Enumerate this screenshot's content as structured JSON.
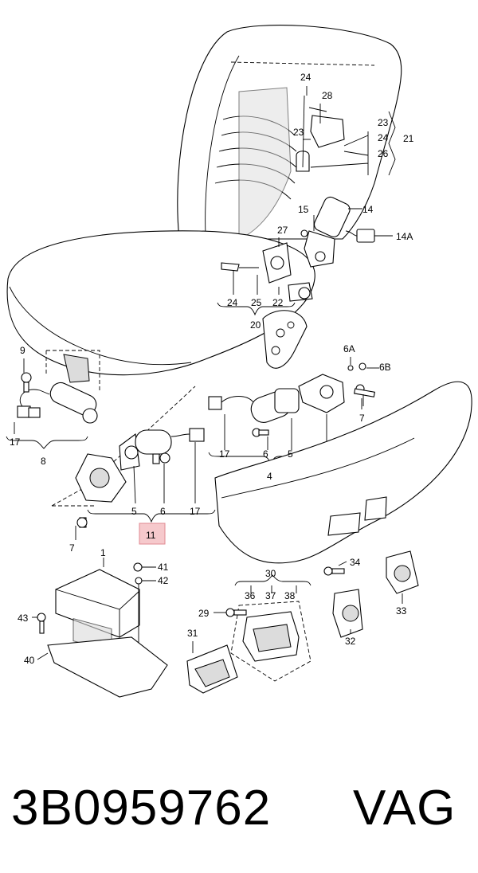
{
  "diagram": {
    "callouts": {
      "c24_top": "24",
      "c28": "28",
      "c23_a": "23",
      "c23_b": "23",
      "c24_b": "24",
      "c26": "26",
      "c21": "21",
      "c15": "15",
      "c14": "14",
      "c14A": "14A",
      "c27": "27",
      "c24_c": "24",
      "c25": "25",
      "c22": "22",
      "c20": "20",
      "c9": "9",
      "c17_a": "17",
      "c8": "8",
      "c6A": "6A",
      "c6B": "6B",
      "c7_a": "7",
      "c17_b": "17",
      "c6_a": "6",
      "c5_a": "5",
      "c4": "4",
      "c5_b": "5",
      "c6_b": "6",
      "c17_c": "17",
      "c11": "11",
      "c7_b": "7",
      "c1": "1",
      "c41": "41",
      "c42": "42",
      "c43": "43",
      "c40": "40",
      "c30": "30",
      "c36": "36",
      "c37": "37",
      "c38": "38",
      "c29": "29",
      "c31": "31",
      "c34": "34",
      "c32": "32",
      "c33": "33"
    }
  },
  "footer": {
    "part_number": "3B0959762",
    "brand": "VAG"
  }
}
